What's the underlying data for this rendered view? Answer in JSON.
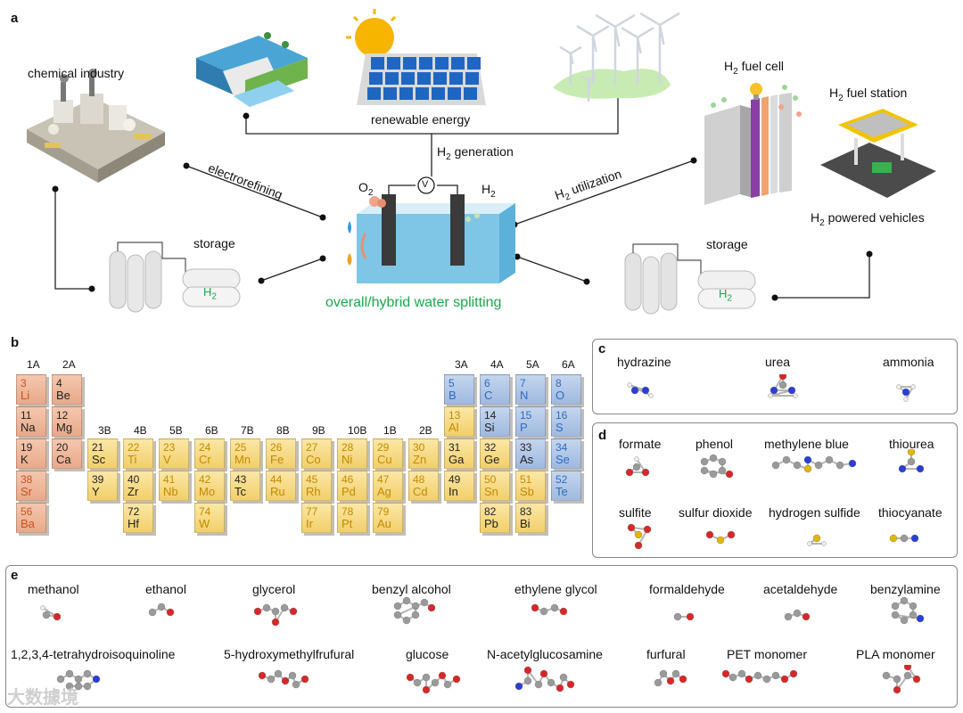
{
  "panel_a": {
    "letter": "a",
    "chemical_industry": "chemical industry",
    "renewable_energy": "renewable energy",
    "h2_generation": "generation",
    "electrorefining": "electrorefining",
    "h2_utilization": "utilization",
    "h2_fuel_cell": "fuel cell",
    "h2_fuel_station": "fuel station",
    "h2_powered_vehicles": "powered vehicles",
    "storage_left": "storage",
    "storage_right": "storage",
    "o2": "O",
    "h2_label": "H",
    "voltmeter": "V",
    "tank_label": "H",
    "water_splitting": "overall/hybrid water splitting",
    "sub2": "2"
  },
  "panel_b": {
    "letter": "b",
    "groups": [
      {
        "label": "1A"
      },
      {
        "label": "2A"
      },
      {
        "label": "3B"
      },
      {
        "label": "4B"
      },
      {
        "label": "5B"
      },
      {
        "label": "6B"
      },
      {
        "label": "7B"
      },
      {
        "label": "8B"
      },
      {
        "label": "9B"
      },
      {
        "label": "10B"
      },
      {
        "label": "1B"
      },
      {
        "label": "2B"
      },
      {
        "label": "3A"
      },
      {
        "label": "4A"
      },
      {
        "label": "5A"
      },
      {
        "label": "6A"
      }
    ],
    "elements": [
      {
        "num": "3",
        "sym": "Li",
        "color": "orange",
        "hl": true
      },
      {
        "num": "4",
        "sym": "Be",
        "color": "orange",
        "hl": false
      },
      {
        "num": "11",
        "sym": "Na",
        "color": "orange",
        "hl": false
      },
      {
        "num": "12",
        "sym": "Mg",
        "color": "orange",
        "hl": false
      },
      {
        "num": "19",
        "sym": "K",
        "color": "orange",
        "hl": false
      },
      {
        "num": "20",
        "sym": "Ca",
        "color": "orange",
        "hl": false
      },
      {
        "num": "38",
        "sym": "Sr",
        "color": "orange",
        "hl": true
      },
      {
        "num": "56",
        "sym": "Ba",
        "color": "orange",
        "hl": true
      },
      {
        "num": "21",
        "sym": "Sc",
        "color": "yellow",
        "hl": false
      },
      {
        "num": "22",
        "sym": "Ti",
        "color": "yellow",
        "hl": true
      },
      {
        "num": "23",
        "sym": "V",
        "color": "yellow",
        "hl": true
      },
      {
        "num": "24",
        "sym": "Cr",
        "color": "yellow",
        "hl": true
      },
      {
        "num": "25",
        "sym": "Mn",
        "color": "yellow",
        "hl": true
      },
      {
        "num": "26",
        "sym": "Fe",
        "color": "yellow",
        "hl": true
      },
      {
        "num": "27",
        "sym": "Co",
        "color": "yellow",
        "hl": true
      },
      {
        "num": "28",
        "sym": "Ni",
        "color": "yellow",
        "hl": true
      },
      {
        "num": "29",
        "sym": "Cu",
        "color": "yellow",
        "hl": true
      },
      {
        "num": "30",
        "sym": "Zn",
        "color": "yellow",
        "hl": true
      },
      {
        "num": "39",
        "sym": "Y",
        "color": "yellow",
        "hl": false
      },
      {
        "num": "40",
        "sym": "Zr",
        "color": "yellow",
        "hl": false
      },
      {
        "num": "41",
        "sym": "Nb",
        "color": "yellow",
        "hl": true
      },
      {
        "num": "42",
        "sym": "Mo",
        "color": "yellow",
        "hl": true
      },
      {
        "num": "43",
        "sym": "Tc",
        "color": "yellow",
        "hl": false
      },
      {
        "num": "44",
        "sym": "Ru",
        "color": "yellow",
        "hl": true
      },
      {
        "num": "45",
        "sym": "Rh",
        "color": "yellow",
        "hl": true
      },
      {
        "num": "46",
        "sym": "Pd",
        "color": "yellow",
        "hl": true
      },
      {
        "num": "47",
        "sym": "Ag",
        "color": "yellow",
        "hl": true
      },
      {
        "num": "48",
        "sym": "Cd",
        "color": "yellow",
        "hl": true
      },
      {
        "num": "72",
        "sym": "Hf",
        "color": "yellow",
        "hl": false
      },
      {
        "num": "74",
        "sym": "W",
        "color": "yellow",
        "hl": true
      },
      {
        "num": "77",
        "sym": "Ir",
        "color": "yellow",
        "hl": true
      },
      {
        "num": "78",
        "sym": "Pt",
        "color": "yellow",
        "hl": true
      },
      {
        "num": "79",
        "sym": "Au",
        "color": "yellow",
        "hl": true
      },
      {
        "num": "5",
        "sym": "B",
        "color": "blue",
        "hl": true
      },
      {
        "num": "6",
        "sym": "C",
        "color": "blue",
        "hl": true
      },
      {
        "num": "7",
        "sym": "N",
        "color": "blue",
        "hl": true
      },
      {
        "num": "8",
        "sym": "O",
        "color": "blue",
        "hl": true
      },
      {
        "num": "13",
        "sym": "Al",
        "color": "yellow",
        "hl": true
      },
      {
        "num": "14",
        "sym": "Si",
        "color": "blue",
        "hl": false
      },
      {
        "num": "15",
        "sym": "P",
        "color": "blue",
        "hl": true
      },
      {
        "num": "16",
        "sym": "S",
        "color": "blue",
        "hl": true
      },
      {
        "num": "31",
        "sym": "Ga",
        "color": "yellow",
        "hl": false
      },
      {
        "num": "32",
        "sym": "Ge",
        "color": "yellow",
        "hl": false
      },
      {
        "num": "33",
        "sym": "As",
        "color": "blue",
        "hl": false
      },
      {
        "num": "34",
        "sym": "Se",
        "color": "blue",
        "hl": true
      },
      {
        "num": "49",
        "sym": "In",
        "color": "yellow",
        "hl": false
      },
      {
        "num": "50",
        "sym": "Sn",
        "color": "yellow",
        "hl": true
      },
      {
        "num": "51",
        "sym": "Sb",
        "color": "yellow",
        "hl": true
      },
      {
        "num": "52",
        "sym": "Te",
        "color": "blue",
        "hl": true
      },
      {
        "num": "82",
        "sym": "Pb",
        "color": "yellow",
        "hl": false
      },
      {
        "num": "83",
        "sym": "Bi",
        "color": "yellow",
        "hl": false
      }
    ]
  },
  "panel_c": {
    "letter": "c",
    "molecules": [
      {
        "name": "hydrazine",
        "icon": "hydrazine-molecule-icon"
      },
      {
        "name": "urea",
        "icon": "urea-molecule-icon"
      },
      {
        "name": "ammonia",
        "icon": "ammonia-molecule-icon"
      }
    ]
  },
  "panel_d": {
    "letter": "d",
    "molecules": [
      {
        "name": "formate",
        "icon": "formate-molecule-icon"
      },
      {
        "name": "phenol",
        "icon": "phenol-molecule-icon"
      },
      {
        "name": "methylene blue",
        "icon": "methylene-blue-molecule-icon"
      },
      {
        "name": "thiourea",
        "icon": "thiourea-molecule-icon"
      },
      {
        "name": "sulfite",
        "icon": "sulfite-molecule-icon"
      },
      {
        "name": "sulfur dioxide",
        "icon": "sulfur-dioxide-molecule-icon"
      },
      {
        "name": "hydrogen sulfide",
        "icon": "hydrogen-sulfide-molecule-icon"
      },
      {
        "name": "thiocyanate",
        "icon": "thiocyanate-molecule-icon"
      }
    ]
  },
  "panel_e": {
    "letter": "e",
    "molecules": [
      {
        "name": "methanol",
        "icon": "methanol-molecule-icon"
      },
      {
        "name": "ethanol",
        "icon": "ethanol-molecule-icon"
      },
      {
        "name": "glycerol",
        "icon": "glycerol-molecule-icon"
      },
      {
        "name": "benzyl alcohol",
        "icon": "benzyl-alcohol-molecule-icon"
      },
      {
        "name": "ethylene glycol",
        "icon": "ethylene-glycol-molecule-icon"
      },
      {
        "name": "formaldehyde",
        "icon": "formaldehyde-molecule-icon"
      },
      {
        "name": "acetaldehyde",
        "icon": "acetaldehyde-molecule-icon"
      },
      {
        "name": "benzylamine",
        "icon": "benzylamine-molecule-icon"
      },
      {
        "name": "1,2,3,4-tetrahydroisoquinoline",
        "icon": "tetrahydroisoquinoline-molecule-icon"
      },
      {
        "name": "5-hydroxymethylfrufural",
        "icon": "hmf-molecule-icon"
      },
      {
        "name": "glucose",
        "icon": "glucose-molecule-icon"
      },
      {
        "name": "N-acetylglucosamine",
        "icon": "n-acetylglucosamine-molecule-icon"
      },
      {
        "name": "furfural",
        "icon": "furfural-molecule-icon"
      },
      {
        "name": "PET monomer",
        "icon": "pet-monomer-molecule-icon"
      },
      {
        "name": "PLA monomer",
        "icon": "pla-monomer-molecule-icon"
      }
    ]
  },
  "watermark": "大数據境",
  "colors": {
    "orange": "#e9a98a",
    "yellow": "#f2cf6a",
    "blue": "#9fb9df",
    "green_text": "#1aa84a",
    "oxygen": "#d62828",
    "carbon": "#9a9a9a",
    "nitrogen": "#2a3fd1",
    "sulfur": "#e0b800"
  }
}
